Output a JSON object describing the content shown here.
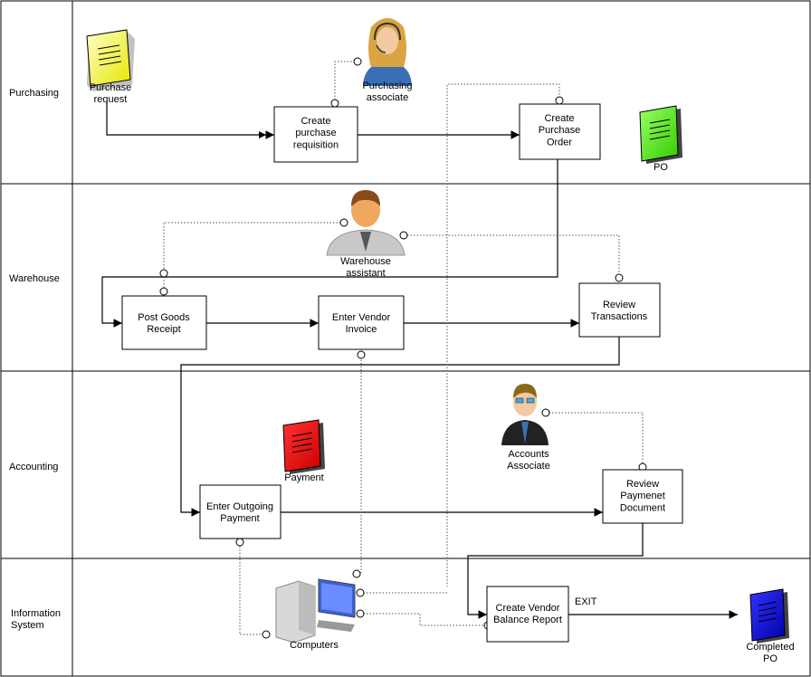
{
  "lanes": [
    {
      "label": "Purchasing"
    },
    {
      "label": "Warehouse"
    },
    {
      "label": "Accounting"
    },
    {
      "label": "Information\nSystem"
    }
  ],
  "boxes": {
    "create_pr": "Create\npurchase\nrequisition",
    "create_po": "Create\nPurchase\nOrder",
    "post_goods": "Post Goods\nReceipt",
    "enter_invoice": "Enter Vendor\nInvoice",
    "review_trans": "Review\nTransactions",
    "enter_payment": "Enter Outgoing\nPayment",
    "review_doc": "Review\nPaymenet\nDocument",
    "create_report": "Create Vendor\nBalance Report"
  },
  "documents": {
    "purchase_request": {
      "label": "Purchase\nrequest",
      "color": "#ffff99"
    },
    "po": {
      "label": "PO",
      "color": "#66ff33"
    },
    "payment": {
      "label": "Payment",
      "color": "#ff0000"
    },
    "completed_po": {
      "label": "Completed\nPO",
      "color": "#0000ff"
    }
  },
  "actors": {
    "purchasing_associate": "Purchasing\nassociate",
    "warehouse_assistant": "Warehouse\nassistant",
    "accounts_associate": "Accounts\nAssociate",
    "computers": "Computers"
  },
  "flow_labels": {
    "exit": "EXIT"
  }
}
